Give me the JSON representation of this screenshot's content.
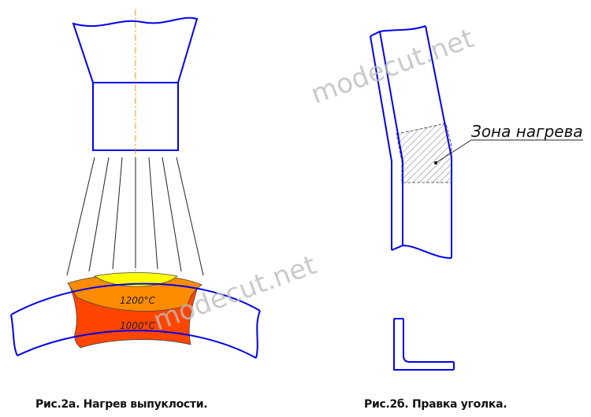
{
  "figure_a": {
    "caption": "Рис.2а. Нагрев выпуклости.",
    "temp_high": "1200°C",
    "temp_low": "1000°C"
  },
  "figure_b": {
    "caption": "Рис.2б. Правка уголка.",
    "zone_label": "Зона нагрева"
  },
  "watermark": "modecut.net",
  "colors": {
    "outline": "#0000ee",
    "yellow": "#ffff00",
    "orange": "#ff8c00",
    "red": "#ff4500",
    "axis": "#ff8c00"
  }
}
